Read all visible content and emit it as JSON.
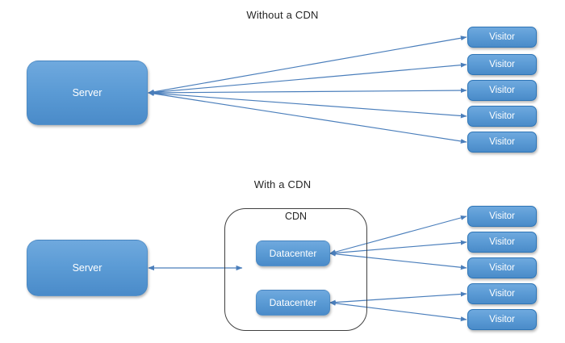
{
  "diagram": {
    "title_top": "Without a CDN",
    "title_bottom": "With a CDN",
    "cdn_label": "CDN",
    "server_label": "Server",
    "datacenter_label": "Datacenter",
    "visitor_label": "Visitor",
    "colors": {
      "node_fill_light": "#6fa9de",
      "node_fill": "#5b9bd5",
      "node_fill_dark": "#4a8bc9",
      "visitor_border": "#2e75b6",
      "connector": "#4a7ebb",
      "container_border": "#404040",
      "text_dark": "#262626",
      "text_light": "#ffffff",
      "background": "#ffffff"
    }
  },
  "top_section": {
    "server": {
      "label": "Server"
    },
    "visitors": [
      {
        "label": "Visitor"
      },
      {
        "label": "Visitor"
      },
      {
        "label": "Visitor"
      },
      {
        "label": "Visitor"
      },
      {
        "label": "Visitor"
      }
    ]
  },
  "bottom_section": {
    "server": {
      "label": "Server"
    },
    "cdn": {
      "label": "CDN",
      "datacenters": [
        {
          "label": "Datacenter"
        },
        {
          "label": "Datacenter"
        }
      ]
    },
    "visitors": [
      {
        "label": "Visitor"
      },
      {
        "label": "Visitor"
      },
      {
        "label": "Visitor"
      },
      {
        "label": "Visitor"
      },
      {
        "label": "Visitor"
      }
    ]
  }
}
